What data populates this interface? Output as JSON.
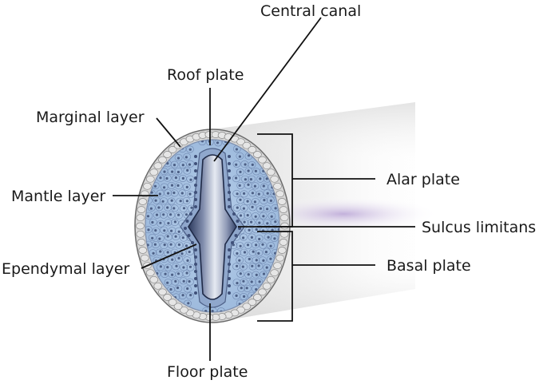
{
  "labels": {
    "central_canal": "Central canal",
    "roof_plate": "Roof plate",
    "marginal_layer": "Marginal layer",
    "mantle_layer": "Mantle layer",
    "ependymal_layer": "Ependymal layer",
    "floor_plate": "Floor plate",
    "alar_plate": "Alar plate",
    "sulcus_limitans": "Sulcus limitans",
    "basal_plate": "Basal plate"
  },
  "colors": {
    "marginal_fill": "#d6d6d6",
    "mantle_fill": "#a8c4e3",
    "cell_nucleus": "#4c5f85",
    "canal_dark": "#2f3d63",
    "canal_light": "#dfe4ee",
    "tube_shade": "#e9e9e9",
    "sulcus_glow": "#c8b8dc"
  }
}
